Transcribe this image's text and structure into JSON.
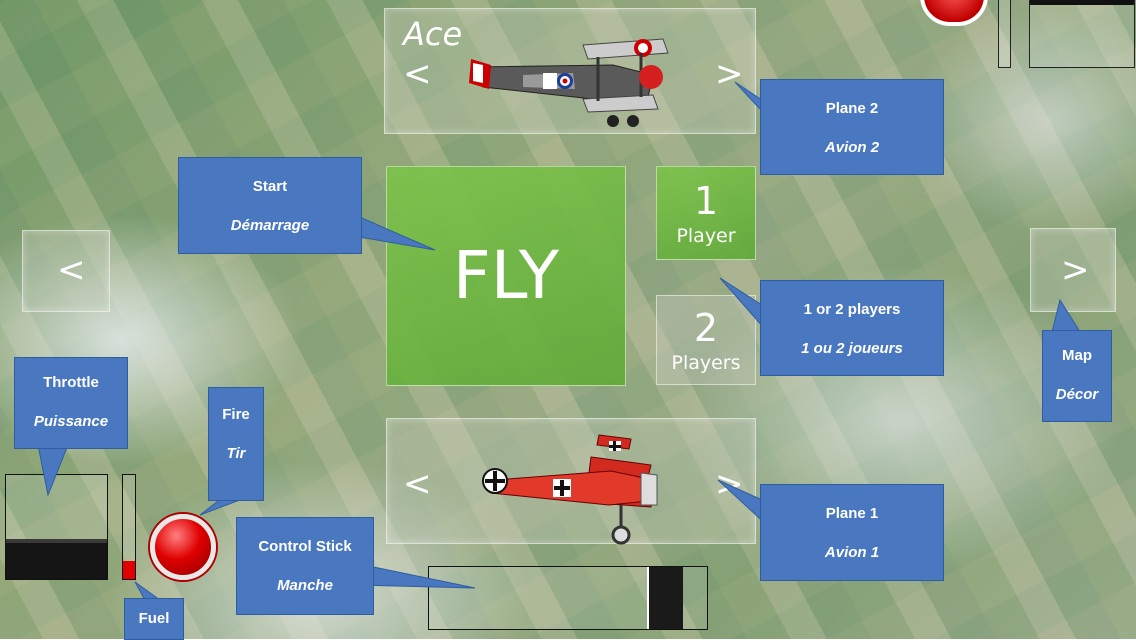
{
  "plane2_selector": {
    "name": "Ace",
    "prev": "<",
    "next": ">"
  },
  "plane1_selector": {
    "prev": "<",
    "next": ">"
  },
  "map_selector": {
    "prev": "<",
    "next": ">"
  },
  "fly_button": {
    "label": "FLY"
  },
  "player_buttons": [
    {
      "number": "1",
      "label": "Player",
      "selected": true
    },
    {
      "number": "2",
      "label": "Players",
      "selected": false
    }
  ],
  "callouts": {
    "plane2": {
      "en": "Plane 2",
      "fr": "Avion 2"
    },
    "start": {
      "en": "Start",
      "fr": "Démarrage"
    },
    "players": {
      "en": "1 or 2 players",
      "fr": "1 ou 2 joueurs"
    },
    "map": {
      "en": "Map",
      "fr": "Décor"
    },
    "throttle": {
      "en": "Throttle",
      "fr": "Puissance"
    },
    "fire": {
      "en": "Fire",
      "fr": "Tir"
    },
    "control_stick": {
      "en": "Control Stick",
      "fr": "Manche"
    },
    "plane1": {
      "en": "Plane 1",
      "fr": "Avion 1"
    },
    "fuel": {
      "en": "Fuel"
    }
  },
  "hud": {
    "throttle_level": 0.35,
    "fuel_level": 0.17,
    "control_stick_position": 0.9
  },
  "colors": {
    "callout": "#4a78c0",
    "fly_green": "#7dc34b",
    "fire_red": "#e00000"
  },
  "icons": {
    "plane2": "sopwith-camel-biplane-icon",
    "plane1": "fokker-triplane-icon"
  }
}
